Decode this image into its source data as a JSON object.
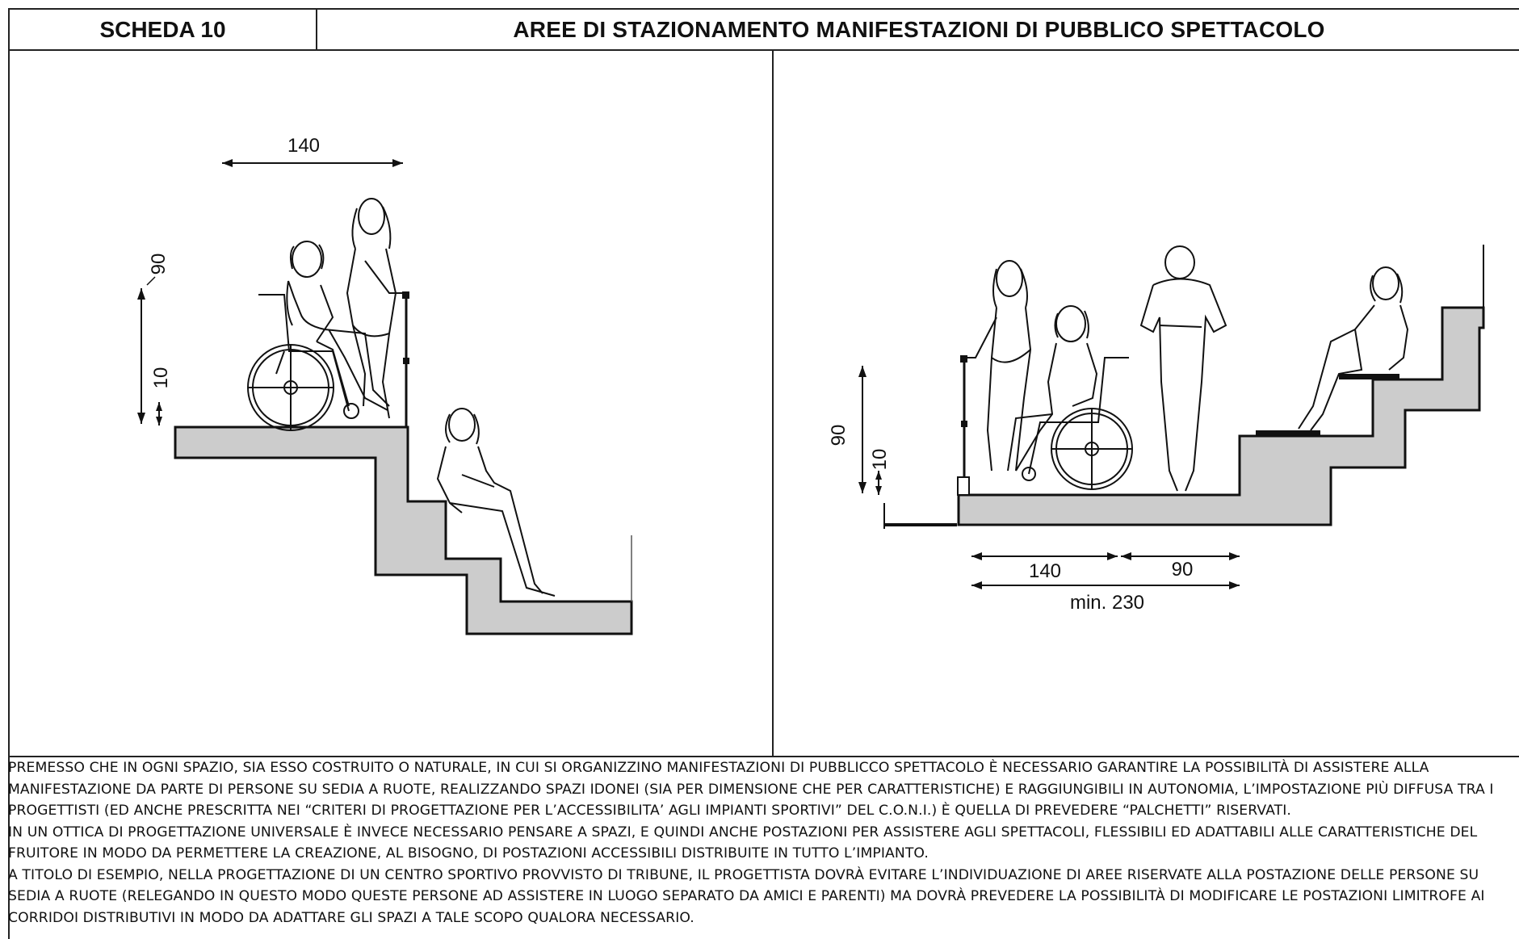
{
  "header": {
    "code": "SCHEDA 10",
    "title": "AREE DI STAZIONAMENTO MANIFESTAZIONI DI PUBBLICO SPETTACOLO"
  },
  "left_drawing": {
    "dim_width": "140",
    "dim_height": "90",
    "dim_step": "10"
  },
  "right_drawing": {
    "dim_height": "90",
    "dim_step": "10",
    "dim_a": "140",
    "dim_b": "90",
    "dim_total": "min. 230"
  },
  "notes": [
    "PREMESSO CHE IN OGNI SPAZIO, SIA ESSO COSTRUITO O NATURALE, IN CUI SI ORGANIZZINO MANIFESTAZIONI DI PUBBLICCO SPETTACOLO È NECESSARIO GARANTIRE LA POSSIBILITÀ DI ASSISTERE ALLA",
    "MANIFESTAZIONE DA PARTE DI PERSONE SU SEDIA A RUOTE, REALIZZANDO SPAZI IDONEI (SIA PER DIMENSIONE CHE PER CARATTERISTICHE) E RAGGIUNGIBILI IN AUTONOMIA, L’IMPOSTAZIONE PIÙ DIFFUSA TRA I",
    "PROGETTISTI (ED ANCHE PRESCRITTA NEI “CRITERI DI PROGETTAZIONE PER L’ACCESSIBILITA’ AGLI IMPIANTI SPORTIVI” DEL C.O.N.I.) È QUELLA DI PREVEDERE “PALCHETTI” RISERVATI.",
    "IN UN OTTICA DI PROGETTAZIONE UNIVERSALE È INVECE NECESSARIO PENSARE A SPAZI, E QUINDI ANCHE POSTAZIONI PER ASSISTERE AGLI SPETTACOLI, FLESSIBILI ED ADATTABILI ALLE CARATTERISTICHE DEL",
    "FRUITORE IN MODO DA PERMETTERE LA CREAZIONE, AL BISOGNO, DI POSTAZIONI ACCESSIBILI DISTRIBUITE IN TUTTO L’IMPIANTO.",
    "A TITOLO DI ESEMPIO, NELLA PROGETTAZIONE DI UN CENTRO SPORTIVO PROVVISTO DI TRIBUNE, IL PROGETTISTA DOVRÀ EVITARE L’INDIVIDUAZIONE DI AREE RISERVATE ALLA POSTAZIONE DELLE PERSONE SU",
    "SEDIA A RUOTE (RELEGANDO IN QUESTO MODO QUESTE PERSONE AD ASSISTERE IN LUOGO SEPARATO DA AMICI E PARENTI) MA DOVRÀ PREVEDERE LA POSSIBILITÀ DI MODIFICARE LE POSTAZIONI LIMITROFE AI",
    "CORRIDOI DISTRIBUTIVI IN MODO DA ADATTARE GLI SPAZI A TALE SCOPO QUALORA NECESSARIO."
  ]
}
